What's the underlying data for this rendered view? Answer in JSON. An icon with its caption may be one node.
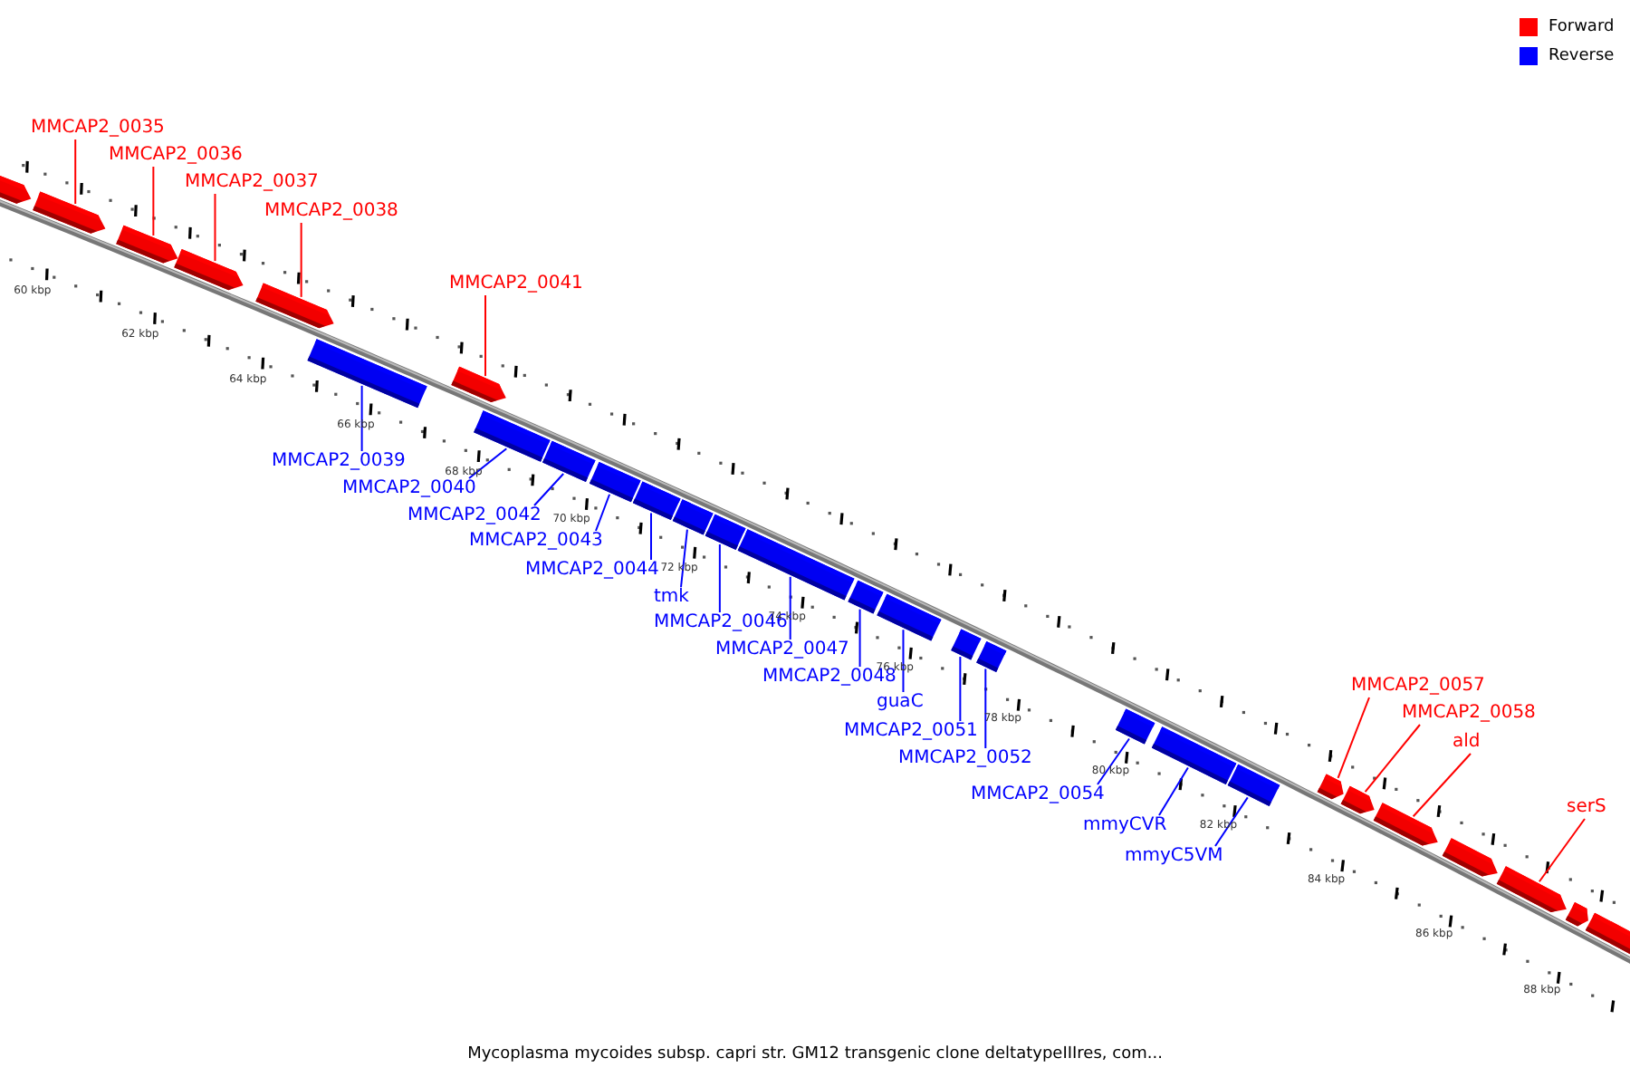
{
  "diagram": {
    "caption": "Mycoplasma mycoides subsp. capri str. GM12 transgenic clone deltatypeIIIres, com...",
    "nodes": [
      {
        "text": [
          "MMCAP2_0035"
        ]
      },
      {
        "text": [
          "MMCAP2_0036"
        ]
      },
      {
        "text": [
          "MMCAP2_0037"
        ]
      },
      {
        "text": [
          "MMCAP2_0038"
        ]
      },
      {
        "text": [
          "MMCAP2_0041"
        ]
      },
      {
        "text": [
          "MMCAP2_0039"
        ]
      },
      {
        "text": [
          "MMCAP2_0040"
        ]
      },
      {
        "text": [
          "MMCAP2_0042"
        ]
      },
      {
        "text": [
          "MMCAP2_0043"
        ]
      },
      {
        "text": [
          "MMCAP2_0044"
        ]
      },
      {
        "text": [
          "tmk"
        ]
      },
      {
        "text": [
          "MMCAP2_0046"
        ]
      },
      {
        "text": [
          "MMCAP2_0047"
        ]
      },
      {
        "text": [
          "MMCAP2_0048"
        ]
      },
      {
        "text": [
          "guaC"
        ]
      },
      {
        "text": [
          "MMCAP2_0051"
        ]
      },
      {
        "text": [
          "MMCAP2_0052"
        ]
      },
      {
        "text": [
          "MMCAP2_0054"
        ]
      },
      {
        "text": [
          "mmyCVR"
        ]
      },
      {
        "text": [
          "mmyC5VM"
        ]
      },
      {
        "text": [
          "MMCAP2_0057"
        ]
      },
      {
        "text": [
          "MMCAP2_0058"
        ]
      },
      {
        "text": [
          "ald"
        ]
      },
      {
        "text": [
          "serS"
        ]
      },
      {
        "text": [],
        "shape": "arrow"
      },
      {
        "text": [],
        "shape": "arrow"
      },
      {
        "text": [],
        "shape": "arrow"
      },
      {
        "text": [],
        "shape": "arrow"
      },
      {
        "text": [],
        "shape": "arrow"
      },
      {
        "text": [],
        "shape": "box"
      },
      {
        "text": [],
        "shape": "arrow"
      },
      {
        "text": [],
        "shape": "box"
      },
      {
        "text": [],
        "shape": "box"
      },
      {
        "text": [],
        "shape": "box"
      },
      {
        "text": [],
        "shape": "box"
      },
      {
        "text": [],
        "shape": "box"
      },
      {
        "text": [],
        "shape": "box"
      },
      {
        "text": [],
        "shape": "box"
      },
      {
        "text": [],
        "shape": "box"
      },
      {
        "text": [],
        "shape": "box"
      },
      {
        "text": [],
        "shape": "box"
      },
      {
        "text": [],
        "shape": "box"
      },
      {
        "text": [],
        "shape": "box"
      },
      {
        "text": [],
        "shape": "box"
      },
      {
        "text": [],
        "shape": "box"
      },
      {
        "text": [],
        "shape": "arrow"
      },
      {
        "text": [],
        "shape": "arrow"
      },
      {
        "text": [],
        "shape": "arrow"
      },
      {
        "text": [],
        "shape": "arrow"
      },
      {
        "text": [],
        "shape": "arrow"
      },
      {
        "text": [],
        "shape": "arrow"
      },
      {
        "text": [],
        "shape": "arrow"
      }
    ],
    "edges": [
      {
        "from": 0,
        "to": 25,
        "arrow": "none",
        "color": "#ff0000"
      },
      {
        "from": 1,
        "to": 26,
        "arrow": "none",
        "color": "#ff0000"
      },
      {
        "from": 2,
        "to": 27,
        "arrow": "none",
        "color": "#ff0000"
      },
      {
        "from": 3,
        "to": 28,
        "arrow": "none",
        "color": "#ff0000"
      },
      {
        "from": 4,
        "to": 30,
        "arrow": "none",
        "color": "#ff0000"
      },
      {
        "from": 5,
        "to": 29,
        "arrow": "none"
      },
      {
        "from": 6,
        "to": 31,
        "arrow": "none"
      },
      {
        "from": 7,
        "to": 32,
        "arrow": "none"
      },
      {
        "from": 8,
        "to": 33,
        "arrow": "none"
      },
      {
        "from": 9,
        "to": 34,
        "arrow": "none"
      },
      {
        "from": 10,
        "to": 35,
        "arrow": "none"
      },
      {
        "from": 11,
        "to": 36,
        "arrow": "none"
      },
      {
        "from": 12,
        "to": 37,
        "arrow": "none"
      },
      {
        "from": 13,
        "to": 38,
        "arrow": "none"
      },
      {
        "from": 14,
        "to": 39,
        "arrow": "none"
      },
      {
        "from": 15,
        "to": 40,
        "arrow": "none"
      },
      {
        "from": 16,
        "to": 41,
        "arrow": "none"
      },
      {
        "from": 17,
        "to": 42,
        "arrow": "none"
      },
      {
        "from": 18,
        "to": 43,
        "arrow": "none"
      },
      {
        "from": 19,
        "to": 44,
        "arrow": "none"
      },
      {
        "from": 20,
        "to": 45,
        "arrow": "none",
        "color": "#ff0000"
      },
      {
        "from": 21,
        "to": 46,
        "arrow": "none",
        "color": "#ff0000"
      },
      {
        "from": 22,
        "to": 47,
        "arrow": "none",
        "color": "#ff0000"
      },
      {
        "from": 23,
        "to": 49,
        "arrow": "none",
        "color": "#ff0000"
      }
    ],
    "labels": [
      "60 kbp",
      "62 kbp",
      "64 kbp",
      "66 kbp",
      "68 kbp",
      "70 kbp",
      "72 kbp",
      "74 kbp",
      "76 kbp",
      "78 kbp",
      "80 kbp",
      "82 kbp",
      "84 kbp",
      "86 kbp",
      "88 kbp"
    ],
    "legend": [
      {
        "text": "Forward",
        "color": "#ff0000"
      },
      {
        "text": "Reverse",
        "color": "#0000ff"
      }
    ]
  }
}
